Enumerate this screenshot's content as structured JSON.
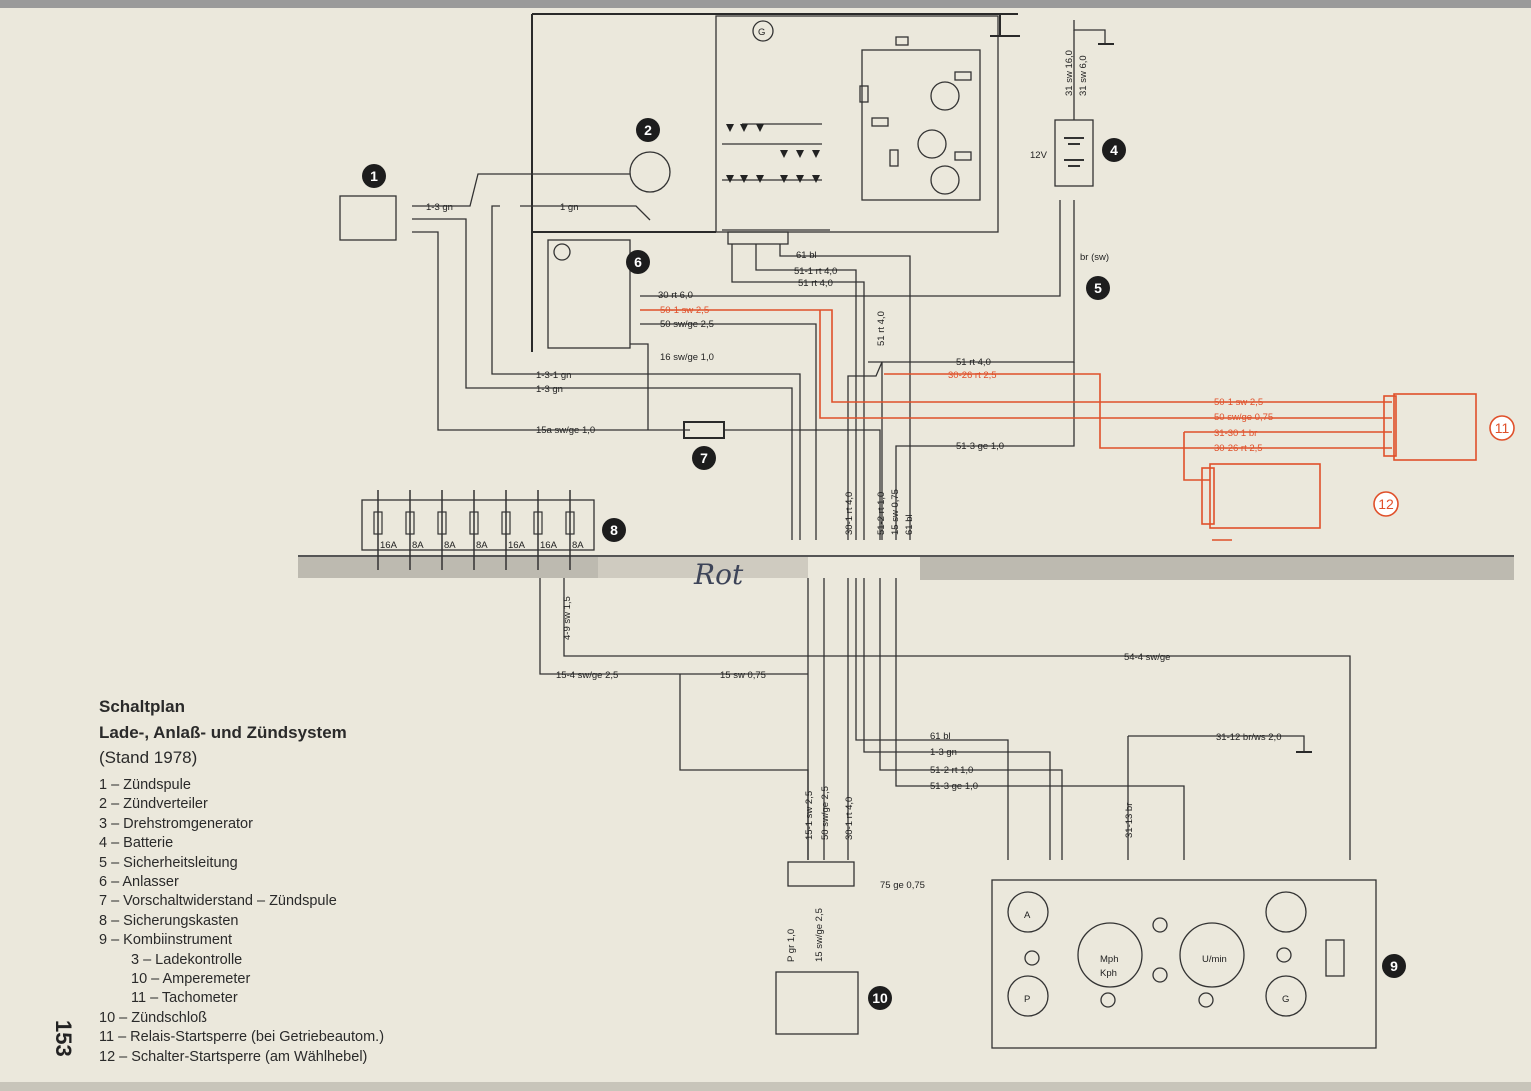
{
  "legend": {
    "title1": "Schaltplan",
    "title2": "Lade-, Anlaß- und Zündsystem",
    "title3": "(Stand 1978)",
    "items": [
      "1 – Zündspule",
      "2 – Zündverteiler",
      "3 – Drehstromgenerator",
      "4 – Batterie",
      "5 – Sicherheitsleitung",
      "6 – Anlasser",
      "7 – Vorschaltwiderstand – Zündspule",
      "8 – Sicherungskasten",
      "9 – Kombiinstrument",
      "3 – Ladekontrolle",
      "10 – Amperemeter",
      "11 – Tachometer",
      "10 – Zündschloß",
      "11 – Relais-Startsperre (bei Getriebeautom.)",
      "12 – Schalter-Startsperre (am Wählhebel)"
    ]
  },
  "page_number": "153",
  "handwritten_note": "Rot",
  "components": [
    "1",
    "2",
    "4",
    "5",
    "6",
    "7",
    "8",
    "9",
    "10",
    "11",
    "12"
  ],
  "wire_labels": {
    "w_13gn_a": "1-3 gn",
    "w_1gn": "1 gn",
    "w_61bl_a": "61 bl",
    "w_511rt": "51-1 rt 4,0",
    "w_51rt": "51 rt 4,0",
    "w_30rt": "30 rt 6,0",
    "w_501sw": "50-1 sw 2,5",
    "w_50swge": "50 sw/ge 2,5",
    "w_16swge": "16 sw/ge 1,0",
    "w_131gn": "1-3-1 gn",
    "w_13gn_b": "1-3 gn",
    "w_15asw": "15a sw/ge 1,0",
    "w_51rt_b": "51 rt 4,0",
    "w_3026rt": "30-26 rt 2,5",
    "w_501sw_r": "50-1 sw 2,5",
    "w_50swge_r": "50 sw/ge 0,75",
    "w_3130br": "31-30 1 br",
    "w_3026rt_r": "30-26 rt 2,5",
    "w_513ge": "51-3 ge 1,0",
    "w_31sw16": "31 sw 16,0",
    "w_31sw6": "31 sw 6,0",
    "w_brsw": "br (sw)",
    "w_12v": "12V",
    "w_51rt4": "51 rt 4,0",
    "w_301rt": "30-1 rt 4,0",
    "w_512rt": "51-2 rt 1,0",
    "w_15sw075": "15 sw 0,75",
    "w_61bl_v": "61 bl",
    "w_49sw": "4-9 sw 1,5",
    "w_544swge": "54-4 sw/ge",
    "w_154swge": "15-4 sw/ge 2,5",
    "w_15sw075b": "15 sw 0,75",
    "w_61bl_b": "61 bl",
    "w_13gn_c": "1-3 gn",
    "w_512rt_b": "51-2 rt 1,0",
    "w_513ge_b": "51-3 ge 1,0",
    "w_3112br": "31-12 br/ws 2,0",
    "w_3113br": "31-13 br",
    "w_151sw": "15-1 sw 2,5",
    "w_50swge25": "50 sw/ge 2,5",
    "w_301rt_b": "30-1 rt 4,0",
    "w_75ge": "75 ge 0,75",
    "w_pgr": "P gr 1,0",
    "w_15swge": "15 sw/ge 2,5"
  },
  "fuse_labels": [
    "16A",
    "8A",
    "8A",
    "8A",
    "16A",
    "16A",
    "8A"
  ],
  "instrument_labels": {
    "mph": "Mph",
    "kph": "Kph",
    "umin": "U/min",
    "a": "A",
    "p": "P",
    "g": "G"
  }
}
